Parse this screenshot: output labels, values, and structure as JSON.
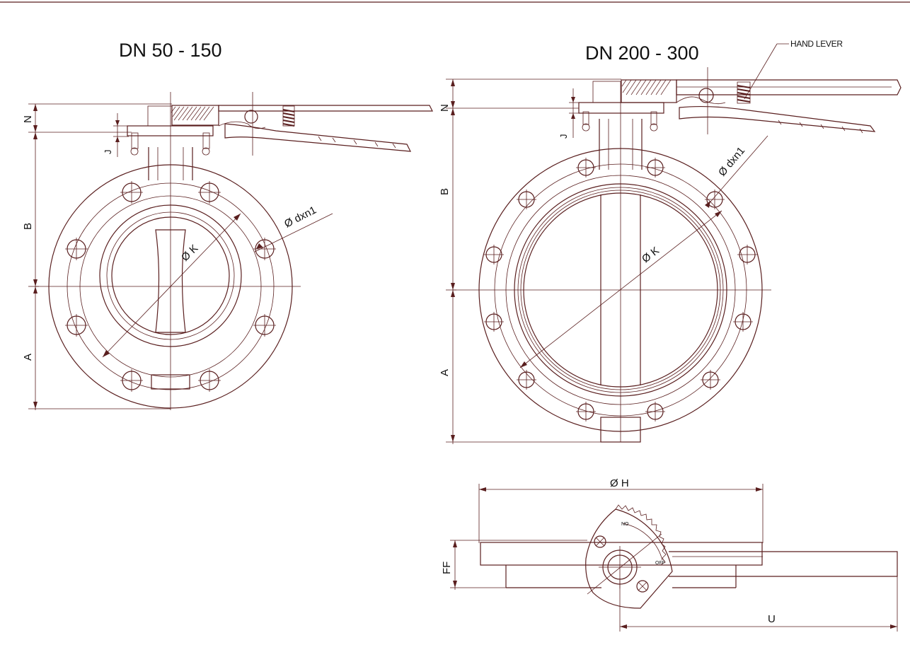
{
  "titles": {
    "small_range": "DN 50 - 150",
    "large_range": "DN 200 - 300"
  },
  "callouts": {
    "hand_lever": "HAND LEVER"
  },
  "dimensions": {
    "n": "N",
    "j": "J",
    "b": "B",
    "a": "A",
    "k": "Ø K",
    "bolt_holes": "Ø dxn1",
    "h": "Ø H",
    "ff": "FF",
    "u": "U"
  },
  "colors": {
    "line": "#5a1f1f",
    "text": "#111111",
    "background": "#ffffff"
  }
}
